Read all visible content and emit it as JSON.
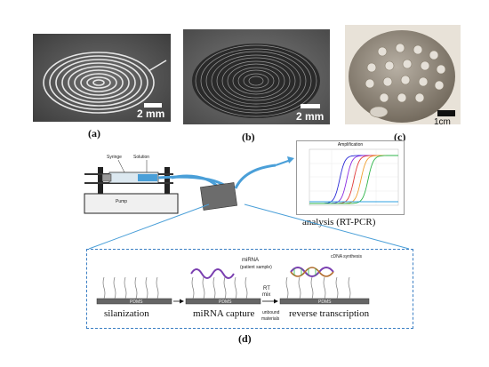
{
  "panels": {
    "a": {
      "letter": "(a)",
      "scale": "2 mm"
    },
    "b": {
      "letter": "(b)",
      "scale": "2 mm"
    },
    "c": {
      "letter": "(c)",
      "scale": "1cm"
    },
    "d": {
      "letter": "(d)"
    }
  },
  "setup": {
    "syringe_label": "Syringe",
    "solution_label": "Solution",
    "pump_label": "Pump"
  },
  "pcr": {
    "plot_title": "Amplification",
    "analysis_label": "analysis (RT-PCR)",
    "curve_colors": [
      "#2b2bd6",
      "#8a2be2",
      "#e23b3b",
      "#f0a030",
      "#2fb54a",
      "#30a0e0"
    ]
  },
  "workflow": {
    "steps": [
      {
        "label": "silanization",
        "substrate": "PDMS"
      },
      {
        "label": "miRNA capture",
        "substrate": "PDMS"
      },
      {
        "label": "reverse transcription",
        "substrate": "PDMS"
      }
    ],
    "mirna_note": "miRNA",
    "mirna_note2": "(patient sample)",
    "cdna_note": "cDNA synthesis",
    "rt_mix_line1": "RT",
    "rt_mix_line2": "mix",
    "unbound_line1": "unbound",
    "unbound_line2": "materials"
  },
  "colors": {
    "tube": "#4a9fd8",
    "dashed_box": "#3b7fc4",
    "mirna": "#7a3fb0"
  }
}
